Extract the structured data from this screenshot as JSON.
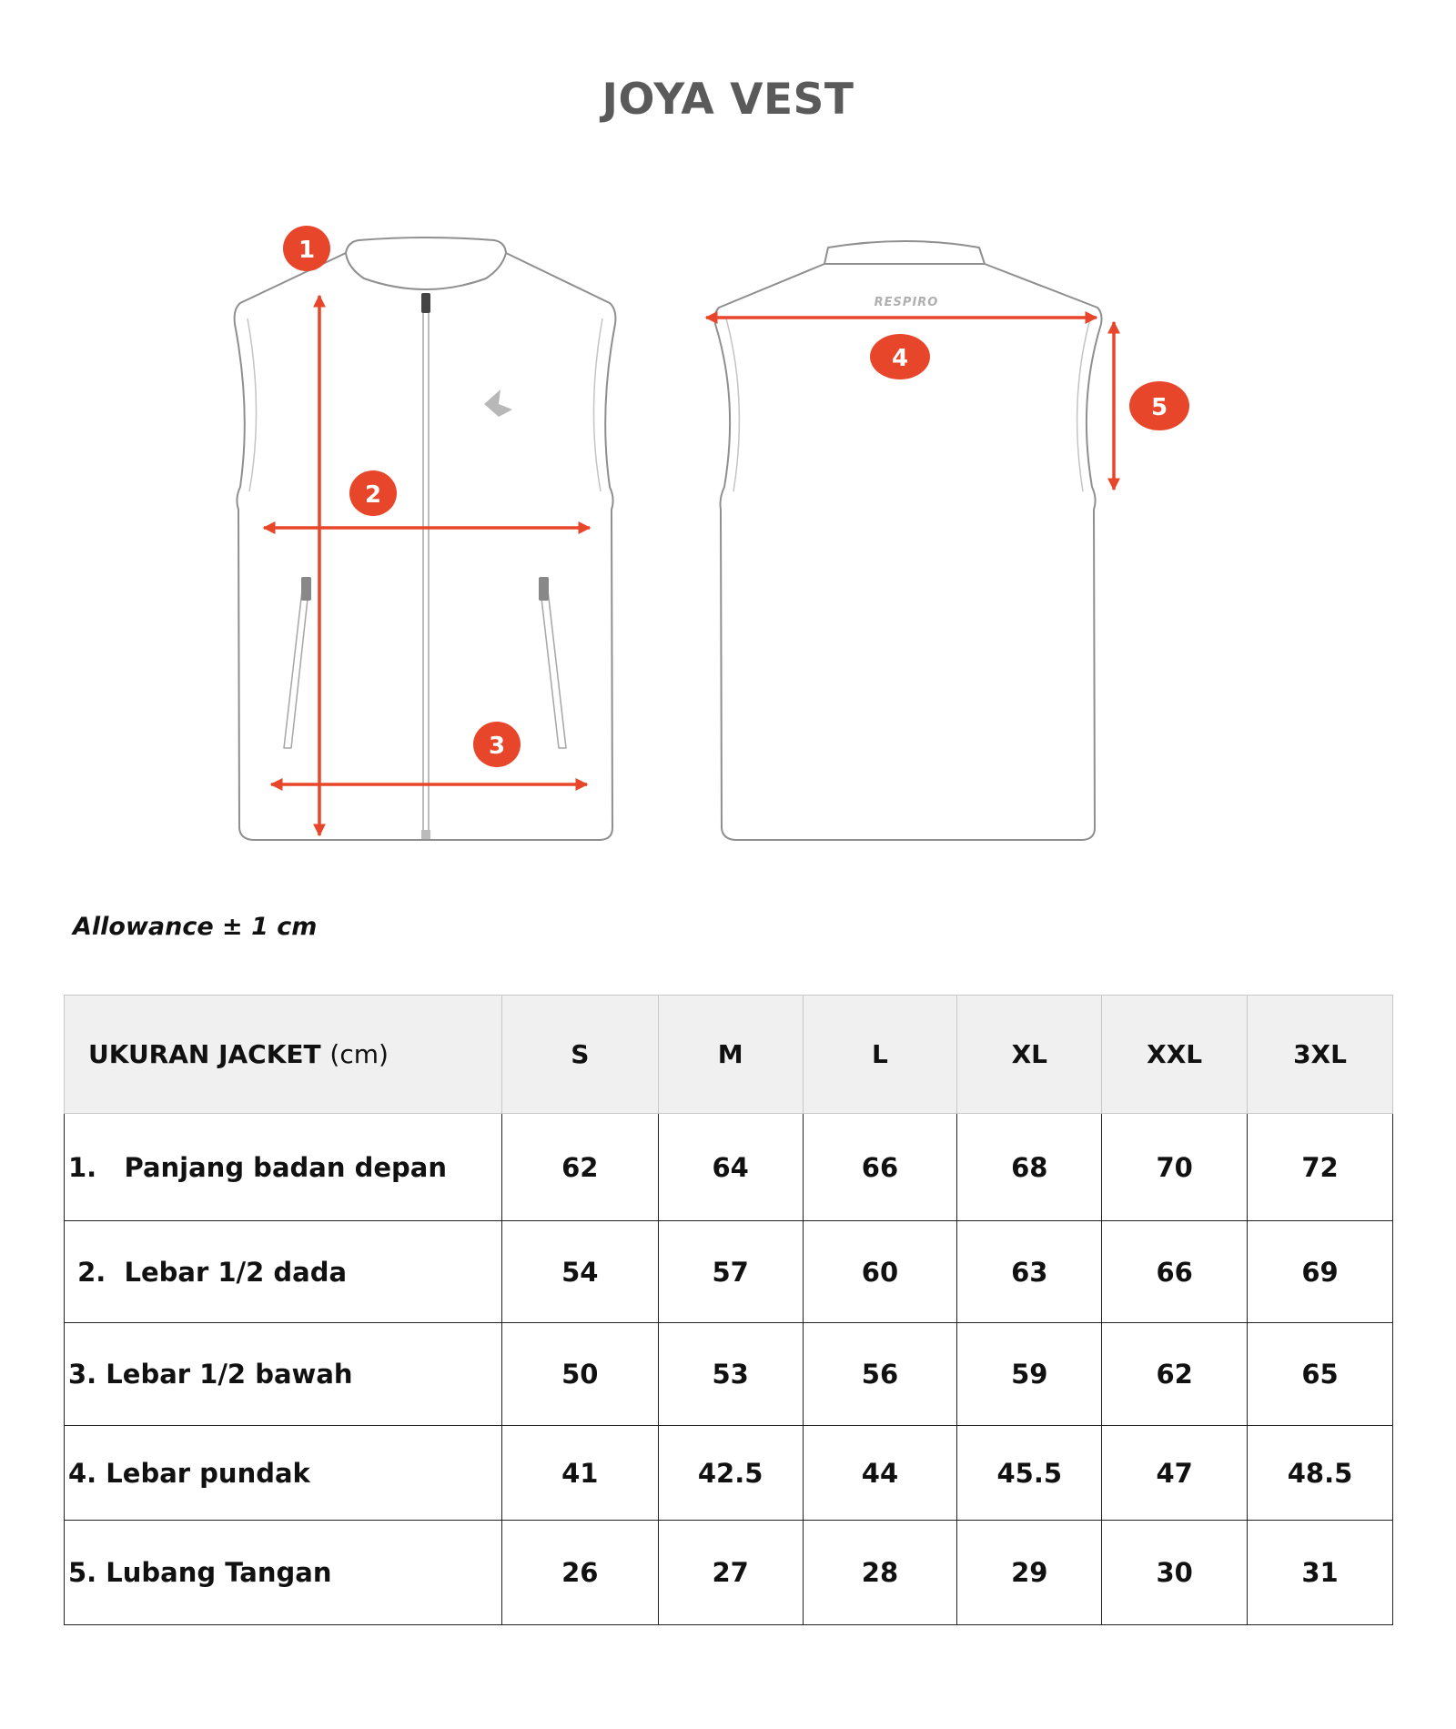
{
  "title": "JOYA VEST",
  "allowance": "Allowance ± 1 cm",
  "diagram": {
    "back_brand": "RESPIRO",
    "accent_color": "#E8462A",
    "markers": [
      "1",
      "2",
      "3",
      "4",
      "5"
    ]
  },
  "table": {
    "header_label": "UKURAN JACKET",
    "header_unit": "(cm)",
    "sizes": [
      "S",
      "M",
      "L",
      "XL",
      "XXL",
      "3XL"
    ],
    "rows": [
      {
        "label": "1.   Panjang badan depan",
        "values": [
          "62",
          "64",
          "66",
          "68",
          "70",
          "72"
        ]
      },
      {
        "label": " 2.  Lebar 1/2 dada",
        "values": [
          "54",
          "57",
          "60",
          "63",
          "66",
          "69"
        ]
      },
      {
        "label": "3. Lebar 1/2 bawah",
        "values": [
          "50",
          "53",
          "56",
          "59",
          "62",
          "65"
        ]
      },
      {
        "label": "4. Lebar pundak",
        "values": [
          "41",
          "42.5",
          "44",
          "45.5",
          "47",
          "48.5"
        ]
      },
      {
        "label": "5. Lubang Tangan",
        "values": [
          "26",
          "27",
          "28",
          "29",
          "30",
          "31"
        ]
      }
    ]
  }
}
